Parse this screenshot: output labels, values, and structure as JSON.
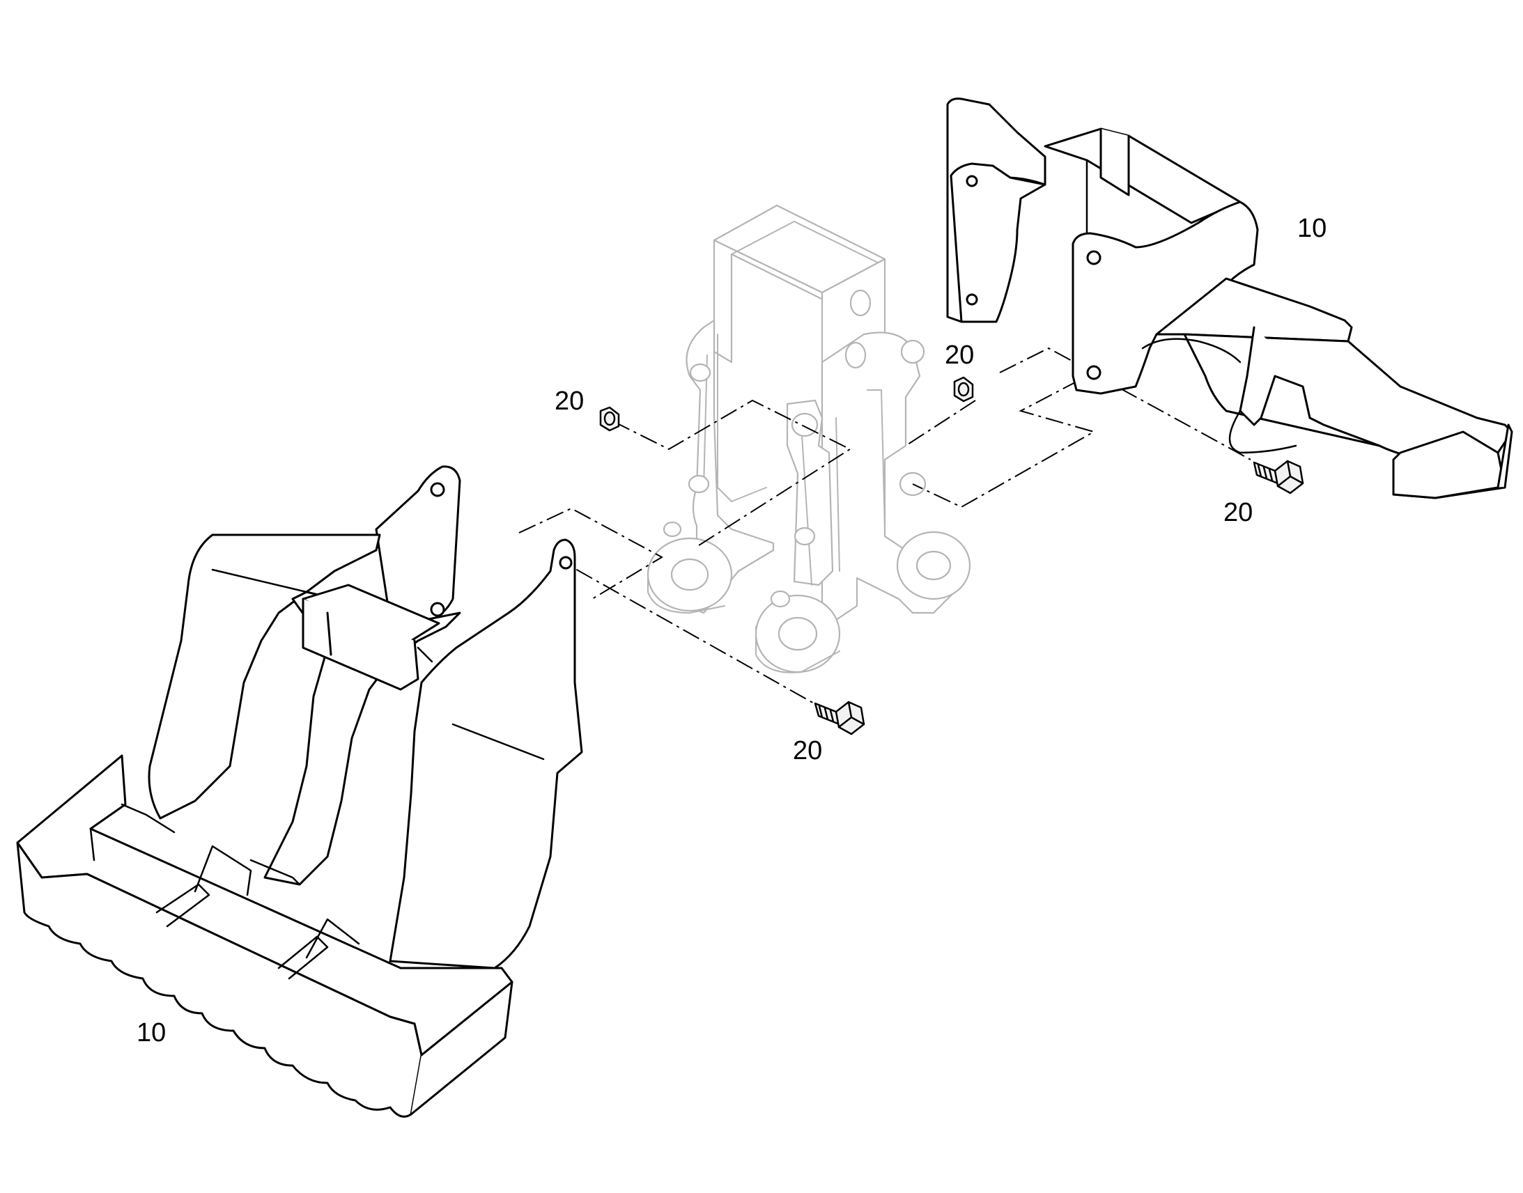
{
  "diagram": {
    "labels": {
      "step_right": "10",
      "step_left": "10",
      "nut_left": "20",
      "nut_right": "20",
      "bolt_bottom": "20",
      "bolt_right": "20"
    },
    "colors": {
      "line": "#000000",
      "ghost_line": "#b4b4b4",
      "background": "#ffffff"
    }
  }
}
